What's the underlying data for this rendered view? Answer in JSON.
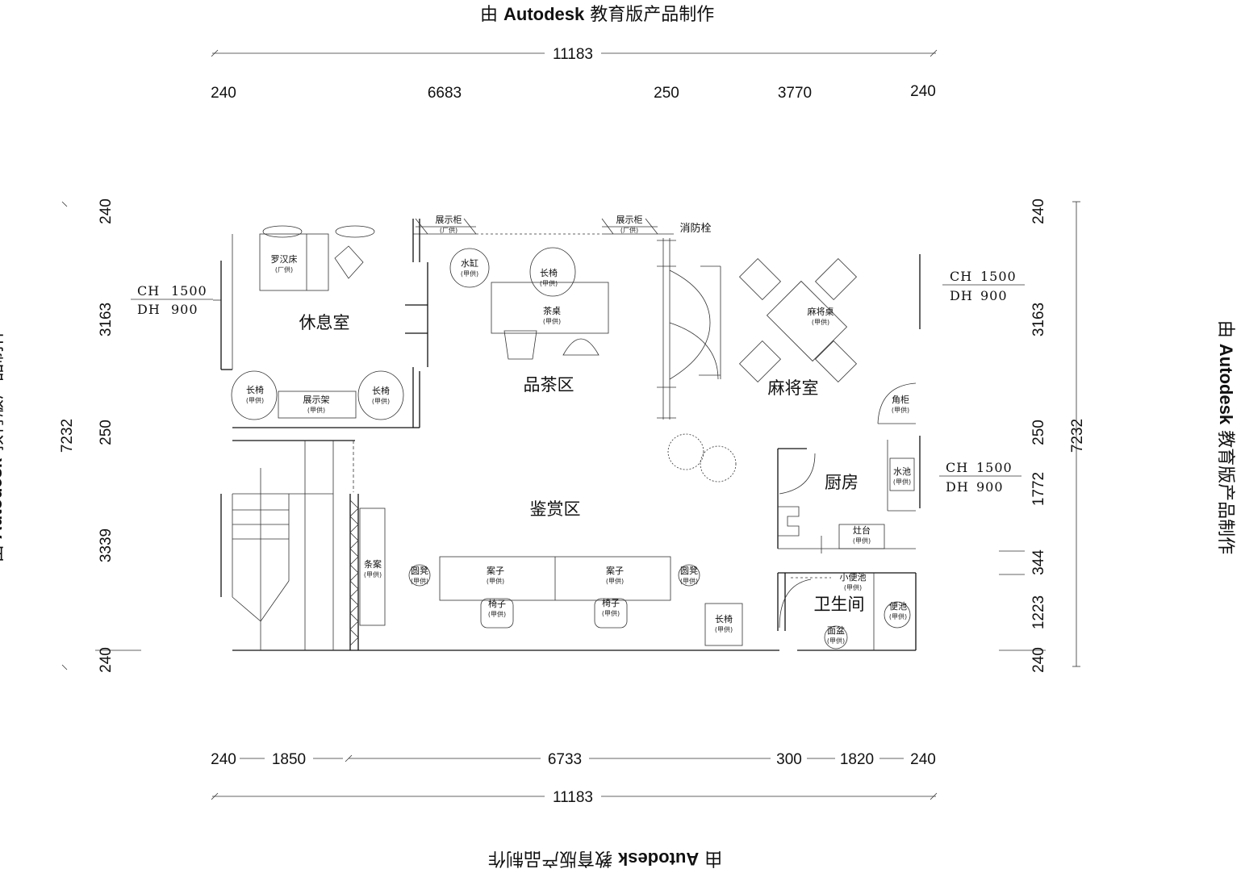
{
  "watermark": {
    "prefix": "由",
    "brand": "Autodesk",
    "suffix": "教育版产品制作"
  },
  "dimensions": {
    "top_total": "11183",
    "top_segments": [
      "240",
      "6683",
      "250",
      "3770",
      "240"
    ],
    "bottom_segments": [
      "240",
      "1850",
      "6733",
      "300",
      "1820",
      "240"
    ],
    "bottom_total": "11183",
    "left_total": "7232",
    "left_segments": [
      "240",
      "3163",
      "250",
      "3339",
      "240"
    ],
    "right_total": "7232",
    "right_segments": [
      "240",
      "3163",
      "250",
      "1772",
      "344",
      "1223",
      "240"
    ]
  },
  "rooms": {
    "lounge": "休息室",
    "tea_area": "品茶区",
    "mahjong_room": "麻将室",
    "kitchen": "厨房",
    "gallery": "鉴赏区",
    "bathroom": "卫生间"
  },
  "fixtures": {
    "display_cabinet": "展示柜",
    "hydrant": "消防栓",
    "arhat_bed": "罗汉床",
    "water_vat": "水缸",
    "bench": "长椅",
    "tea_table": "茶桌",
    "mahjong_table": "麻将桌",
    "display_shelf": "展示架",
    "corner_cabinet": "角柜",
    "sink": "水池",
    "stove": "灶台",
    "long_table": "条案",
    "stool": "圆凳",
    "table": "案子",
    "chair": "椅子",
    "urinal": "小便池",
    "basin": "面盆",
    "toilet": "便池"
  },
  "supply_tag": "(甲供)",
  "supply_tag_alt": "(厂供)",
  "heights": {
    "ch_label": "CH",
    "ch_value": "1500",
    "dh_label": "DH",
    "dh_value": "900"
  }
}
